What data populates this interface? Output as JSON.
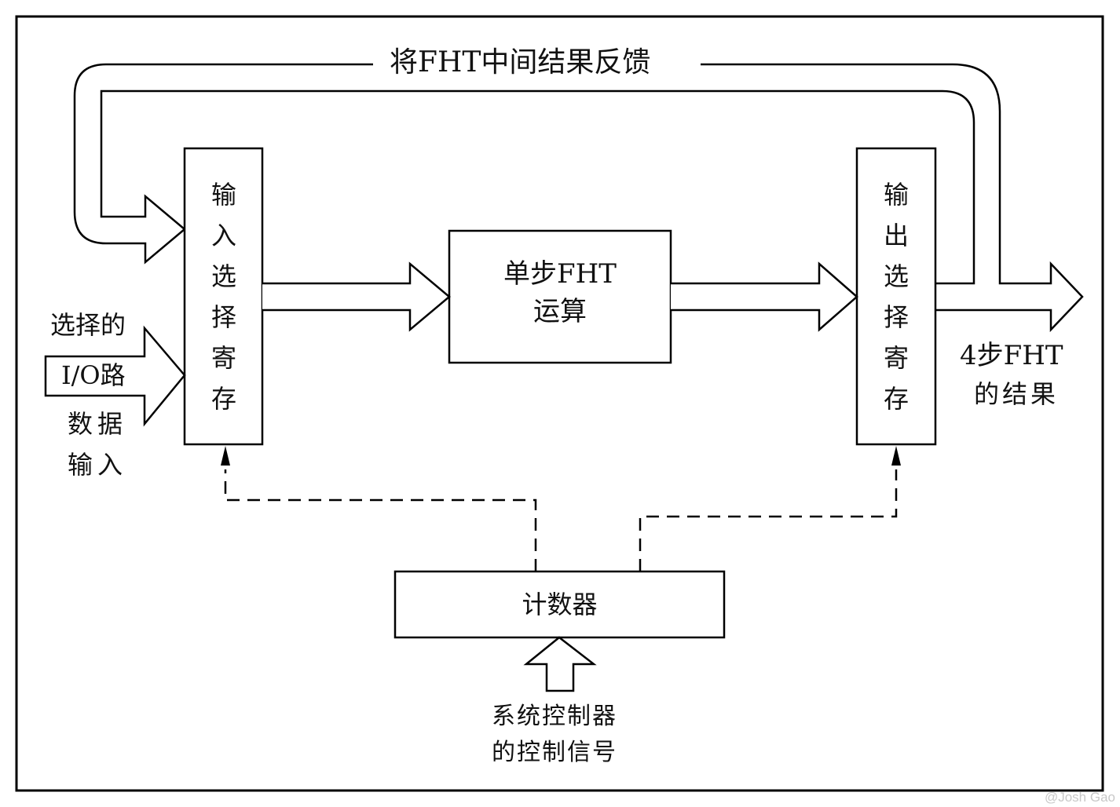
{
  "diagram": {
    "feedback_label": "将FHT中间结果反馈",
    "input_register": {
      "label_chars": [
        "输",
        "入",
        "选",
        "择",
        "寄",
        "存"
      ]
    },
    "output_register": {
      "label_chars": [
        "输",
        "出",
        "选",
        "择",
        "寄",
        "存"
      ]
    },
    "fht_block": {
      "line1": "单步FHT",
      "line2": "运算"
    },
    "counter_block": {
      "label": "计数器"
    },
    "io_input_label": {
      "line1": "选择的",
      "line2": "I/O路",
      "line3": "数据",
      "line4": "输入"
    },
    "result_label": {
      "line1": "4步FHT",
      "line2": "的结果"
    },
    "control_signal_label": {
      "line1": "系统控制器",
      "line2": "的控制信号"
    },
    "watermark": "@Josh Gao"
  },
  "colors": {
    "stroke": "#000000",
    "background": "#ffffff",
    "watermark": "#c8c8c8"
  }
}
